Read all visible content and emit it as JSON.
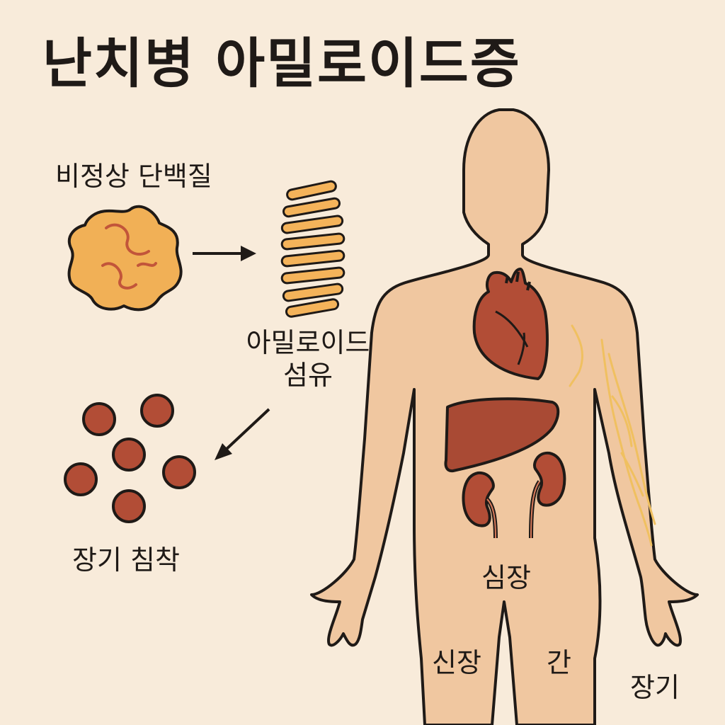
{
  "title": "난치병 아밀로이드증",
  "steps": {
    "abnormal_protein": "비정상 단백질",
    "amyloid_fiber_line1": "아밀로이드",
    "amyloid_fiber_line2": "섬유",
    "organ_deposition": "장기 침착"
  },
  "organs": {
    "heart": "심장",
    "kidney": "신장",
    "liver": "간",
    "organ": "장기"
  },
  "colors": {
    "background": "#f8ebda",
    "skin": "#f0c7a0",
    "protein": "#f1b056",
    "fiber": "#f4b35a",
    "organ_red": "#b24d36",
    "nerve": "#f0c060",
    "outline": "#1f1a17"
  }
}
